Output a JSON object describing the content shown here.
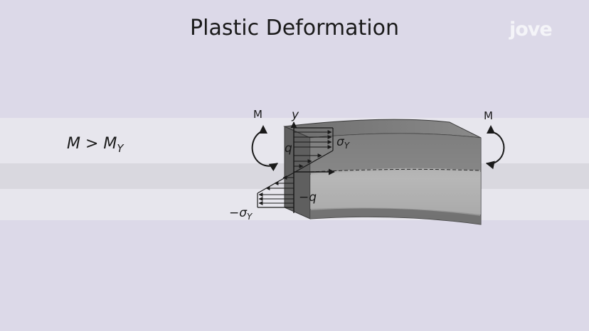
{
  "header": {
    "title": "Plastic Deformation"
  },
  "brand": {
    "logo_text": "jove"
  },
  "condition": {
    "moment": "M",
    "operator": ">",
    "yield_moment": "M",
    "yield_subscript": "Y"
  },
  "diagram": {
    "moment_left": "M",
    "moment_right": "M",
    "axis_label": "y",
    "elastic_top": "q",
    "elastic_bottom": "−q",
    "yield_stress": "σ",
    "yield_stress_sub": "Y",
    "neg_yield_stress": "−σ",
    "neg_yield_stress_sub": "Y"
  },
  "colors": {
    "background": "#dcd9e8",
    "band": "#e7e6ed",
    "beam_face": "#a9a9a9",
    "beam_top": "#7d7d7d",
    "beam_side": "#5f5f5f",
    "ink": "#1a1a1a"
  }
}
